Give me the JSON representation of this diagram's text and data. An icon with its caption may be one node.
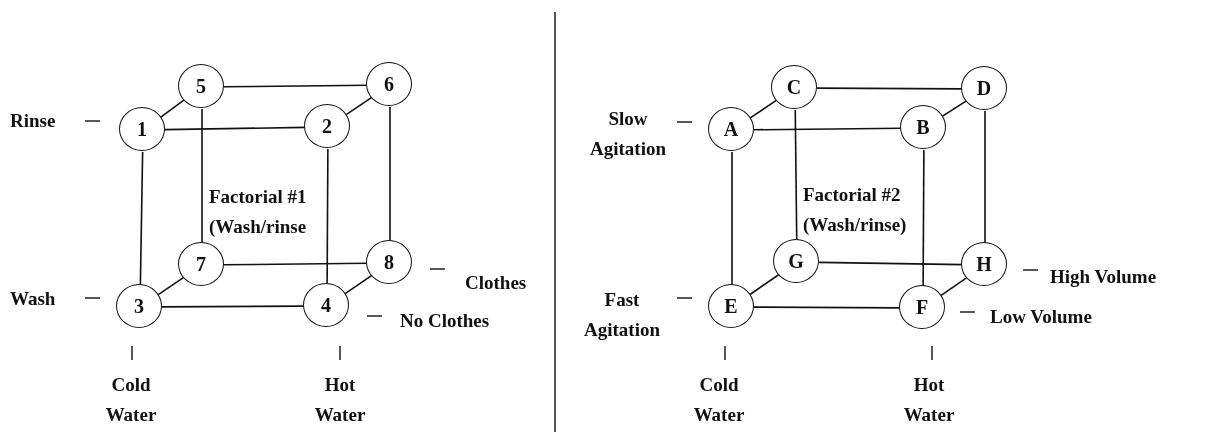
{
  "diagram": {
    "nodes": [
      {
        "text": [
          "5"
        ]
      },
      {
        "text": [
          "6"
        ]
      },
      {
        "text": [
          "1"
        ]
      },
      {
        "text": [
          "2"
        ]
      },
      {
        "text": [
          "7"
        ]
      },
      {
        "text": [
          "8"
        ]
      },
      {
        "text": [
          "3"
        ]
      },
      {
        "text": [
          "4"
        ]
      },
      {
        "text": [
          "C"
        ]
      },
      {
        "text": [
          "D"
        ]
      },
      {
        "text": [
          "A"
        ]
      },
      {
        "text": [
          "B"
        ]
      },
      {
        "text": [
          "G"
        ]
      },
      {
        "text": [
          "H"
        ]
      },
      {
        "text": [
          "E"
        ]
      },
      {
        "text": [
          "F"
        ]
      }
    ],
    "edges": [
      {
        "from": 0,
        "to": 1,
        "arrow": "none"
      },
      {
        "from": 2,
        "to": 3,
        "arrow": "none"
      },
      {
        "from": 2,
        "to": 0,
        "arrow": "none"
      },
      {
        "from": 3,
        "to": 1,
        "arrow": "none"
      },
      {
        "from": 0,
        "to": 4,
        "arrow": "none"
      },
      {
        "from": 1,
        "to": 5,
        "arrow": "none"
      },
      {
        "from": 2,
        "to": 6,
        "arrow": "none"
      },
      {
        "from": 3,
        "to": 7,
        "arrow": "none"
      },
      {
        "from": 4,
        "to": 5,
        "arrow": "none"
      },
      {
        "from": 6,
        "to": 7,
        "arrow": "none"
      },
      {
        "from": 6,
        "to": 4,
        "arrow": "none"
      },
      {
        "from": 7,
        "to": 5,
        "arrow": "none"
      },
      {
        "from": 8,
        "to": 9,
        "arrow": "none"
      },
      {
        "from": 10,
        "to": 11,
        "arrow": "none"
      },
      {
        "from": 10,
        "to": 8,
        "arrow": "none"
      },
      {
        "from": 11,
        "to": 9,
        "arrow": "none"
      },
      {
        "from": 8,
        "to": 12,
        "arrow": "none"
      },
      {
        "from": 9,
        "to": 13,
        "arrow": "none"
      },
      {
        "from": 10,
        "to": 14,
        "arrow": "none"
      },
      {
        "from": 11,
        "to": 15,
        "arrow": "none"
      },
      {
        "from": 12,
        "to": 13,
        "arrow": "none"
      },
      {
        "from": 14,
        "to": 15,
        "arrow": "none"
      },
      {
        "from": 14,
        "to": 12,
        "arrow": "none"
      },
      {
        "from": 15,
        "to": 13,
        "arrow": "none"
      }
    ],
    "labels": [
      "Rinse",
      "Factorial #1 (Wash/rinse",
      "Clothes",
      "Wash",
      "No Clothes",
      "Cold Water",
      "Hot Water",
      "Slow Agitation",
      "Factorial #2 (Wash/rinse)",
      "High Volume",
      "Fast Agitation",
      "Low Volume",
      "Cold Water",
      "Hot Water"
    ]
  }
}
